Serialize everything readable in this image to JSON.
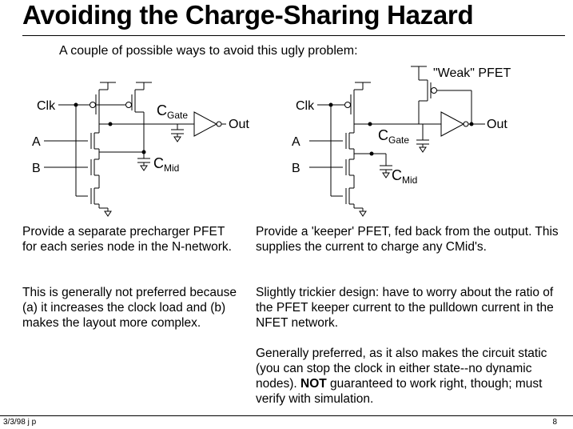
{
  "slide": {
    "title": "Avoiding the Charge-Sharing Hazard",
    "subtitle": "A couple of possible ways to avoid this ugly problem:",
    "footer": {
      "date": "3/3/98 j p",
      "page": "8"
    }
  },
  "left_circuit": {
    "clk": "Clk",
    "a": "A",
    "b": "B",
    "cgate_main": "C",
    "cgate_sub": "Gate",
    "cmid_main": "C",
    "cmid_sub": "Mid",
    "out": "Out"
  },
  "right_circuit": {
    "weak_pfet": "\"Weak\" PFET",
    "clk": "Clk",
    "a": "A",
    "b": "B",
    "cgate_main": "C",
    "cgate_sub": "Gate",
    "cmid_main": "C",
    "cmid_sub": "Mid",
    "out": "Out"
  },
  "left_text": {
    "p1": "Provide a separate precharger PFET for each series node in the N-network.",
    "p2": "This is generally not preferred because (a) it increases the clock load and (b) makes the layout more complex."
  },
  "right_text": {
    "p1": "Provide a 'keeper' PFET, fed back from the output.  This supplies the current to charge any CMid's.",
    "p2": "Slightly trickier design:  have to worry about the ratio of the PFET keeper current to the pulldown current in the NFET network.",
    "p3_a": "Generally preferred, as it also makes the circuit static (you can stop the clock in either state--no dynamic nodes).  ",
    "p3_bold": "NOT",
    "p3_b": " guaranteed to work right, though; must verify with simulation."
  }
}
